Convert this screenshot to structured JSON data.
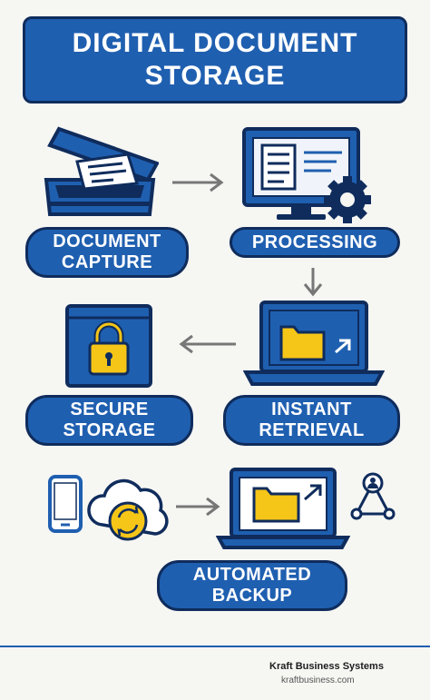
{
  "title": {
    "line1": "DIGITAL DOCUMENT",
    "line2": "STORAGE"
  },
  "steps": [
    {
      "line1": "DOCUMENT",
      "line2": "CAPTURE"
    },
    {
      "line1": "PROCESSING",
      "line2": ""
    },
    {
      "line1": "INSTANT",
      "line2": "RETRIEVAL"
    },
    {
      "line1": "SECURE",
      "line2": "STORAGE"
    },
    {
      "line1": "AUTOMATED",
      "line2": "BACKUP"
    }
  ],
  "footer": {
    "brand": "Kraft Business Systems",
    "site": "kraftbusiness.com"
  },
  "colors": {
    "primary": "#1f5fb0",
    "outline": "#0f2c5c",
    "accent": "#f5c518",
    "arrow": "#777777"
  }
}
